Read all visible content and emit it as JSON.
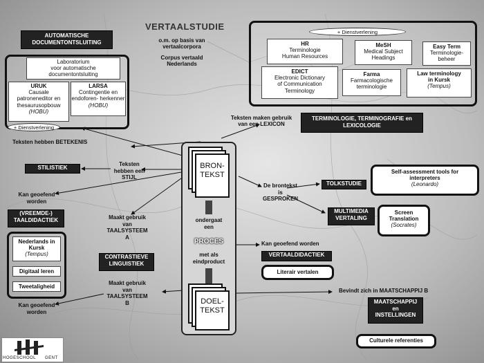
{
  "title": "VERTAALSTUDIE",
  "center": {
    "bron": "BRON-\nTEKST",
    "ondergaat": "ondergaat\neen",
    "proces": "PROCES",
    "met_als": "met als\neindproduct",
    "doel": "DOEL-\nTEKST"
  },
  "top": {
    "corpora": "o.m. op basis van\nvertaalcorpora",
    "corpus_nl": "Corpus vertaald\nNederlands",
    "lexicon_text": "Teksten maken gebruik\nvan een LEXICON"
  },
  "auto_doc": {
    "header": "AUTOMATISCHE\nDOCUMENTONTSLUITING",
    "lab": "Laboratorium\nvoor automatische\ndocumentontsluiting",
    "uruk_title": "URUK",
    "uruk_text": "Causale\npatroneneditor en\nthesaurusopbouw",
    "uruk_tag": "(HOBU)",
    "larsa_title": "LARSA",
    "larsa_text": "Contingentie en\nendoforen- herkenner",
    "larsa_tag": "(HOBU)",
    "dienst": "+ Dienstverlening"
  },
  "terminology": {
    "dienst": "+ Dienstverlening",
    "hr_title": "HR",
    "hr_text": "Terminologie\nHuman Resources",
    "mesh_title": "MeSH",
    "mesh_text": "Medical Subject\nHeadings",
    "easy_title": "Easy Term",
    "easy_text": "Terminologie-\nbeheer",
    "edict_title": "EDICT",
    "edict_text": "Electronic Dictionary\nof Communication\nTerminology",
    "farma_title": "Farma",
    "farma_text": "Farmacologische\nterminologie",
    "law_title": "Law terminology\nin Kursk",
    "law_tag": "(Tempus)",
    "footer": "TERMINOLOGIE, TERMINOGRAFIE en\nLEXICOLOGIE"
  },
  "left": {
    "betekenis": "Teksten hebben BETEKENIS",
    "stilistiek": "STILISTIEK",
    "stijl": "Teksten\nhebben een\nSTIJL",
    "kan1": "Kan geoefend\nworden",
    "vreemde": "(VREEMDE-)\nTAALDIDACTIEK",
    "maakt_a": "Maakt gebruik\nvan\nTAALSYSTEEM\nA",
    "nl_kursk": "Nederlands in\nKursk",
    "nl_kursk_tag": "(Tempus)",
    "digitaal": "Digitaal leren",
    "tweetaligheid": "Tweetaligheid",
    "contrastieve": "CONTRASTIEVE\nLINGUISTIEK",
    "maakt_b": "Maakt gebruik\nvan\nTAALSYSTEEM\nB",
    "kan2": "Kan geoefend\nworden"
  },
  "right": {
    "gesproken": "De brontekst\nis\nGESPROKEN",
    "tolkstudie": "TOLKSTUDIE",
    "self_title": "Self-assessment tools for\ninterpreters",
    "self_tag": "(Leonardo)",
    "multimedia": "MULTIMEDIA\nVERTALING",
    "screen_title": "Screen\nTranslation",
    "screen_tag": "(Socrates)",
    "kan3": "Kan geoefend worden",
    "vertaaldidactiek": "VERTAALDIDACTIEK",
    "literair": "Literair vertalen",
    "maatschappij_text": "Bevindt zich in MAATSCHAPPIJ B",
    "maatschappij_box": "MAATSCHAPPIJ\nen\nINSTELLINGEN",
    "cultureel": "Culturele referenties"
  },
  "logo": {
    "text": "HOGESCHOOL",
    "text2": "GENT"
  }
}
